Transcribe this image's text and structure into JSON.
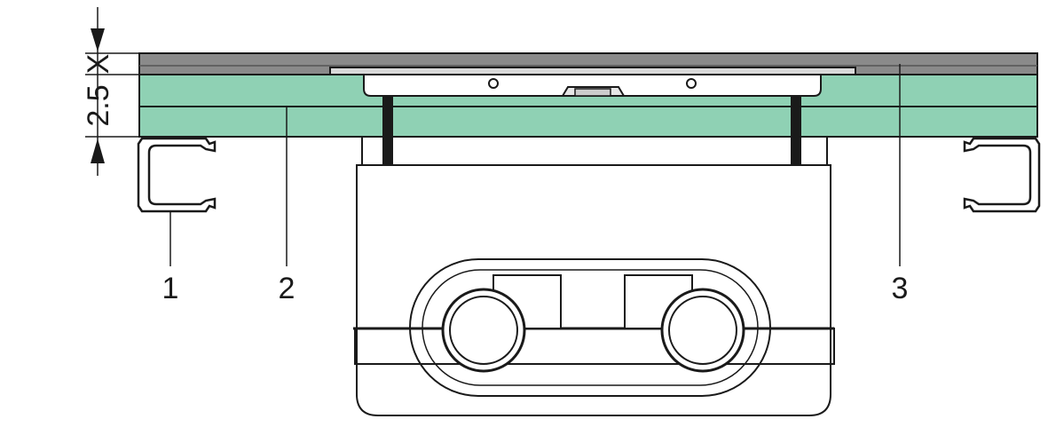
{
  "dimension": {
    "x_label": "X",
    "height_label": "2.5"
  },
  "callouts": [
    {
      "id": "1",
      "text": "1"
    },
    {
      "id": "2",
      "text": "2"
    },
    {
      "id": "3",
      "text": "3"
    }
  ],
  "colors": {
    "panel_green": "#8fd1b4",
    "cover_gray": "#8a8a8a",
    "stroke": "#1a1a1a"
  }
}
